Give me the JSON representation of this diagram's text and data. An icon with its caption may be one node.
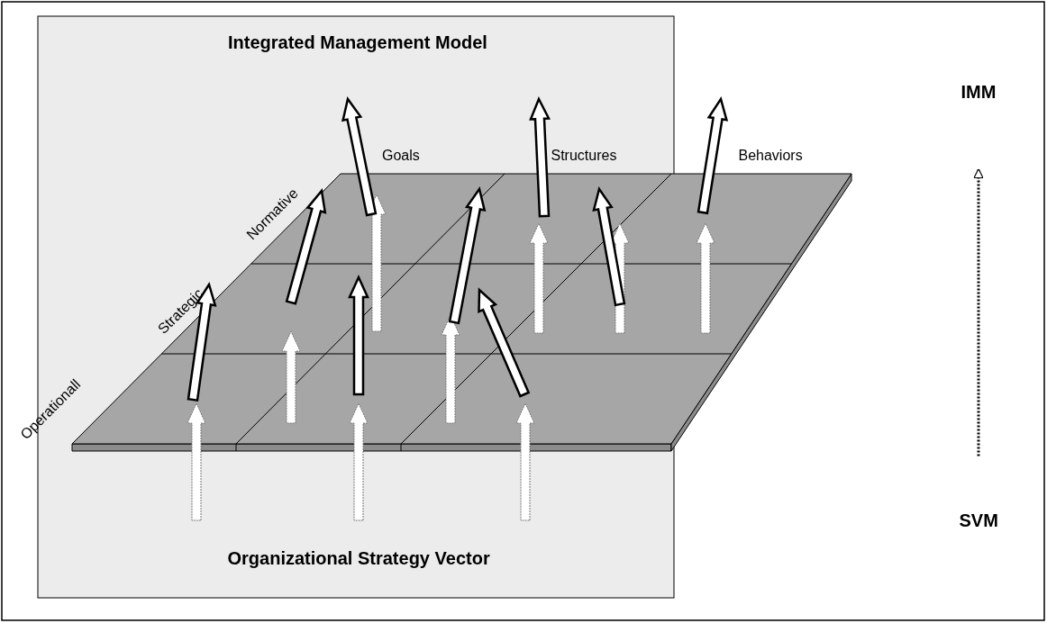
{
  "diagram": {
    "title": "Integrated Management Model",
    "nodes": [
      {
        "text": [
          "IMM"
        ]
      },
      {
        "text": [
          "SVM"
        ]
      }
    ],
    "edges": [
      {
        "from": 1,
        "to": 0,
        "arrow": "to",
        "style": "dashed"
      }
    ],
    "labels": [
      "Goals",
      "Structures",
      "Behaviors",
      "Normative",
      "Strategic",
      "Operationall",
      "Organizational Strategy Vector"
    ]
  }
}
